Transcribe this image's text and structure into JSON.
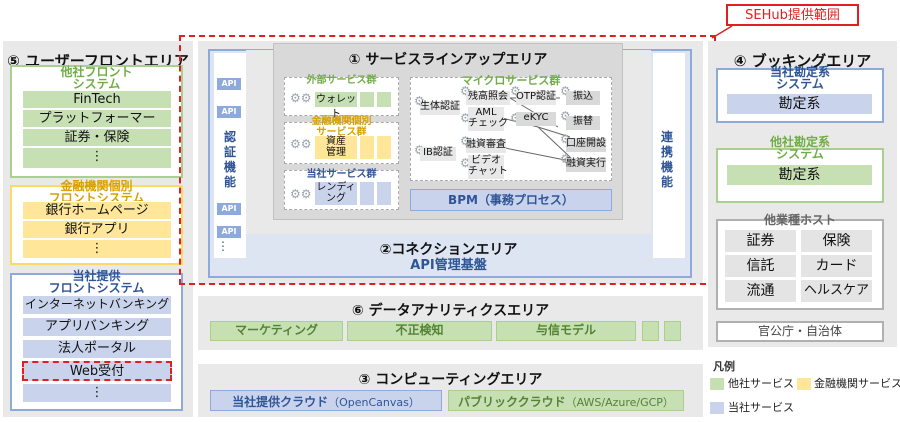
{
  "sehub_label": "SEHub提供範囲",
  "user_front": {
    "title": "⑤ ユーザーフロントエリア",
    "other_front": {
      "title": "他社フロント\nシステム",
      "items": [
        "FinTech",
        "プラットフォーマー",
        "証券・保険",
        "⋮"
      ]
    },
    "fi_front": {
      "title": "金融機関個別\nフロントシステム",
      "items": [
        "銀行ホームページ",
        "銀行アプリ",
        "⋮"
      ]
    },
    "own_front": {
      "title": "当社提供\nフロントシステム",
      "items": [
        "インターネットバンキング",
        "アプリバンキング",
        "法人ポータル",
        "Web受付",
        "⋮"
      ]
    }
  },
  "service_lineup": {
    "title": "① サービスラインアップエリア",
    "external": {
      "title": "外部サービス群",
      "item": "ウォレット"
    },
    "fi_individual": {
      "title": "金融機関個別\nサービス群",
      "item": "資産\n管理"
    },
    "own_services": {
      "title": "当社サービス群",
      "item": "レンディ\nング"
    },
    "micro": {
      "title": "マイクロサービス群",
      "items": [
        "生体認証",
        "残高照会",
        "OTP認証",
        "振込",
        "AML\nチェック",
        "eKYC",
        "振替",
        "IB認証",
        "融資審査",
        "口座開設",
        "ビデオ\nチャット",
        "融資実行"
      ]
    },
    "bpm": "BPM（事務プロセス）"
  },
  "auth": {
    "label": "認\n証\n機\n能",
    "api_label": "API",
    "ellipsis": "⋮"
  },
  "link_func": "連\n携\n機\n能",
  "connection": {
    "title": "②コネクションエリア",
    "base": "API管理基盤"
  },
  "booking": {
    "title": "④ ブッキングエリア",
    "own": {
      "title": "当社勘定系\nシステム",
      "item": "勘定系"
    },
    "other": {
      "title": "他社勘定系\nシステム",
      "item": "勘定系"
    },
    "host": {
      "title": "他業種ホスト",
      "items": [
        "証券",
        "保険",
        "信託",
        "カード",
        "流通",
        "ヘルスケア"
      ]
    },
    "gov": "官公庁・自治体"
  },
  "analytics": {
    "title": "⑥ データアナリティクスエリア",
    "items": [
      "マーケティング",
      "不正検知",
      "与信モデル"
    ]
  },
  "computing": {
    "title": "③ コンピューティングエリア",
    "own_cloud": "当社提供クラウド",
    "own_cloud_sub": "（OpenCanvas）",
    "public_cloud": "パブリッククラウド",
    "public_cloud_sub": "（AWS/Azure/GCP）"
  },
  "legend": {
    "title": "凡例",
    "other": "他社サービス",
    "fi": "金融機関サービス",
    "own": "当社サービス"
  },
  "colors": {
    "other": "#c6e0b4",
    "fi": "#ffe699",
    "own": "#c9d4ec",
    "sehub_border": "#e02020"
  }
}
